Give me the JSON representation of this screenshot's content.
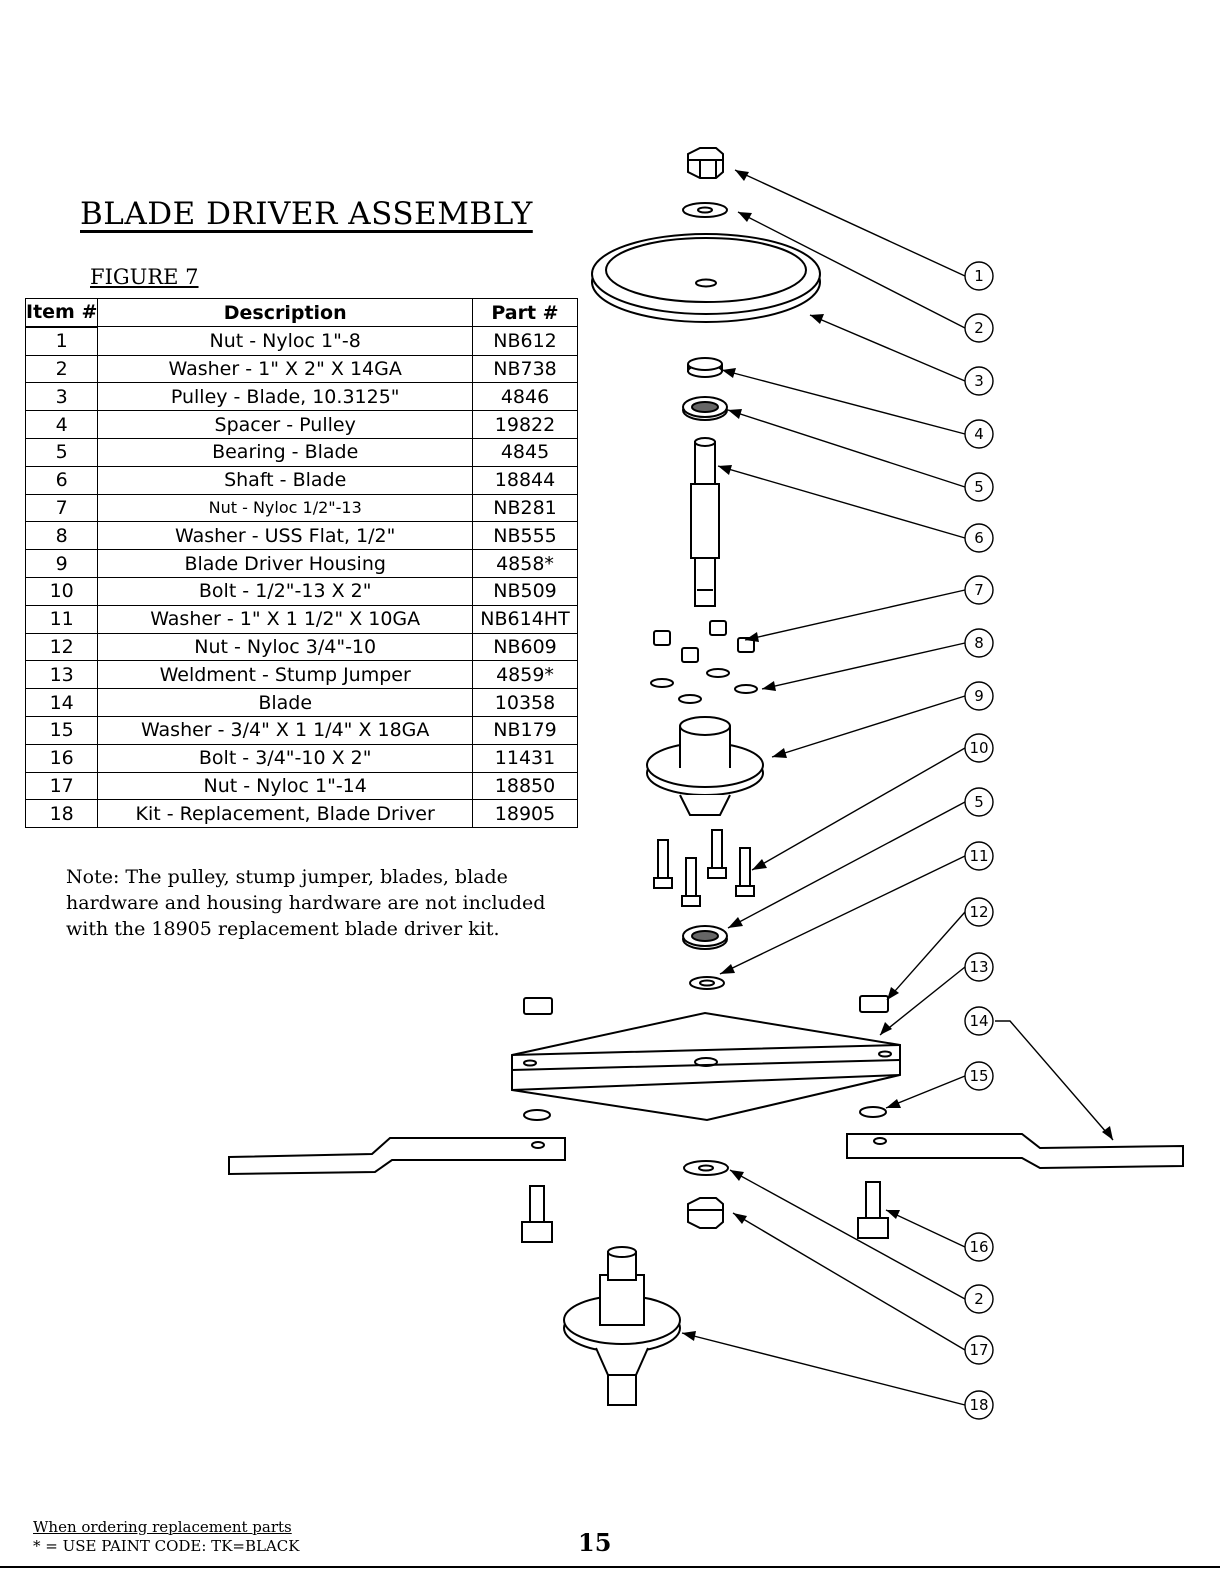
{
  "title": "BLADE DRIVER ASSEMBLY",
  "figure_label": "FIGURE 7",
  "table": {
    "headers": [
      "Item #",
      "Description",
      "Part #"
    ],
    "rows": [
      [
        "1",
        "Nut - Nyloc 1\"-8",
        "NB612"
      ],
      [
        "2",
        "Washer - 1\" X 2\" X 14GA",
        "NB738"
      ],
      [
        "3",
        "Pulley - Blade, 10.3125\"",
        "4846"
      ],
      [
        "4",
        "Spacer - Pulley",
        "19822"
      ],
      [
        "5",
        "Bearing - Blade",
        "4845"
      ],
      [
        "6",
        "Shaft - Blade",
        "18844"
      ],
      [
        "7",
        "Nut - Nyloc 1/2\"-13",
        "NB281"
      ],
      [
        "8",
        "Washer - USS Flat, 1/2\"",
        "NB555"
      ],
      [
        "9",
        "Blade Driver Housing",
        "4858*"
      ],
      [
        "10",
        "Bolt - 1/2\"-13 X 2\"",
        "NB509"
      ],
      [
        "11",
        "Washer - 1\" X 1 1/2\" X 10GA",
        "NB614HT"
      ],
      [
        "12",
        "Nut - Nyloc 3/4\"-10",
        "NB609"
      ],
      [
        "13",
        "Weldment - Stump Jumper",
        "4859*"
      ],
      [
        "14",
        "Blade",
        "10358"
      ],
      [
        "15",
        "Washer - 3/4\" X 1 1/4\" X 18GA",
        "NB179"
      ],
      [
        "16",
        "Bolt - 3/4\"-10 X 2\"",
        "11431"
      ],
      [
        "17",
        "Nut - Nyloc 1\"-14",
        "18850"
      ],
      [
        "18",
        "Kit - Replacement, Blade Driver",
        "18905"
      ]
    ]
  },
  "note": "Note:  The pulley, stump jumper, blades, blade hardware and housing hardware are not included with the 18905 replacement blade driver kit.",
  "footer": {
    "ordering": "When ordering replacement parts",
    "paint_code": "* = USE PAINT CODE: TK=BLACK",
    "page_number": "15"
  },
  "callouts": [
    "1",
    "2",
    "3",
    "4",
    "5",
    "6",
    "7",
    "8",
    "9",
    "10",
    "5",
    "11",
    "12",
    "13",
    "14",
    "15",
    "16",
    "2",
    "17",
    "18"
  ]
}
